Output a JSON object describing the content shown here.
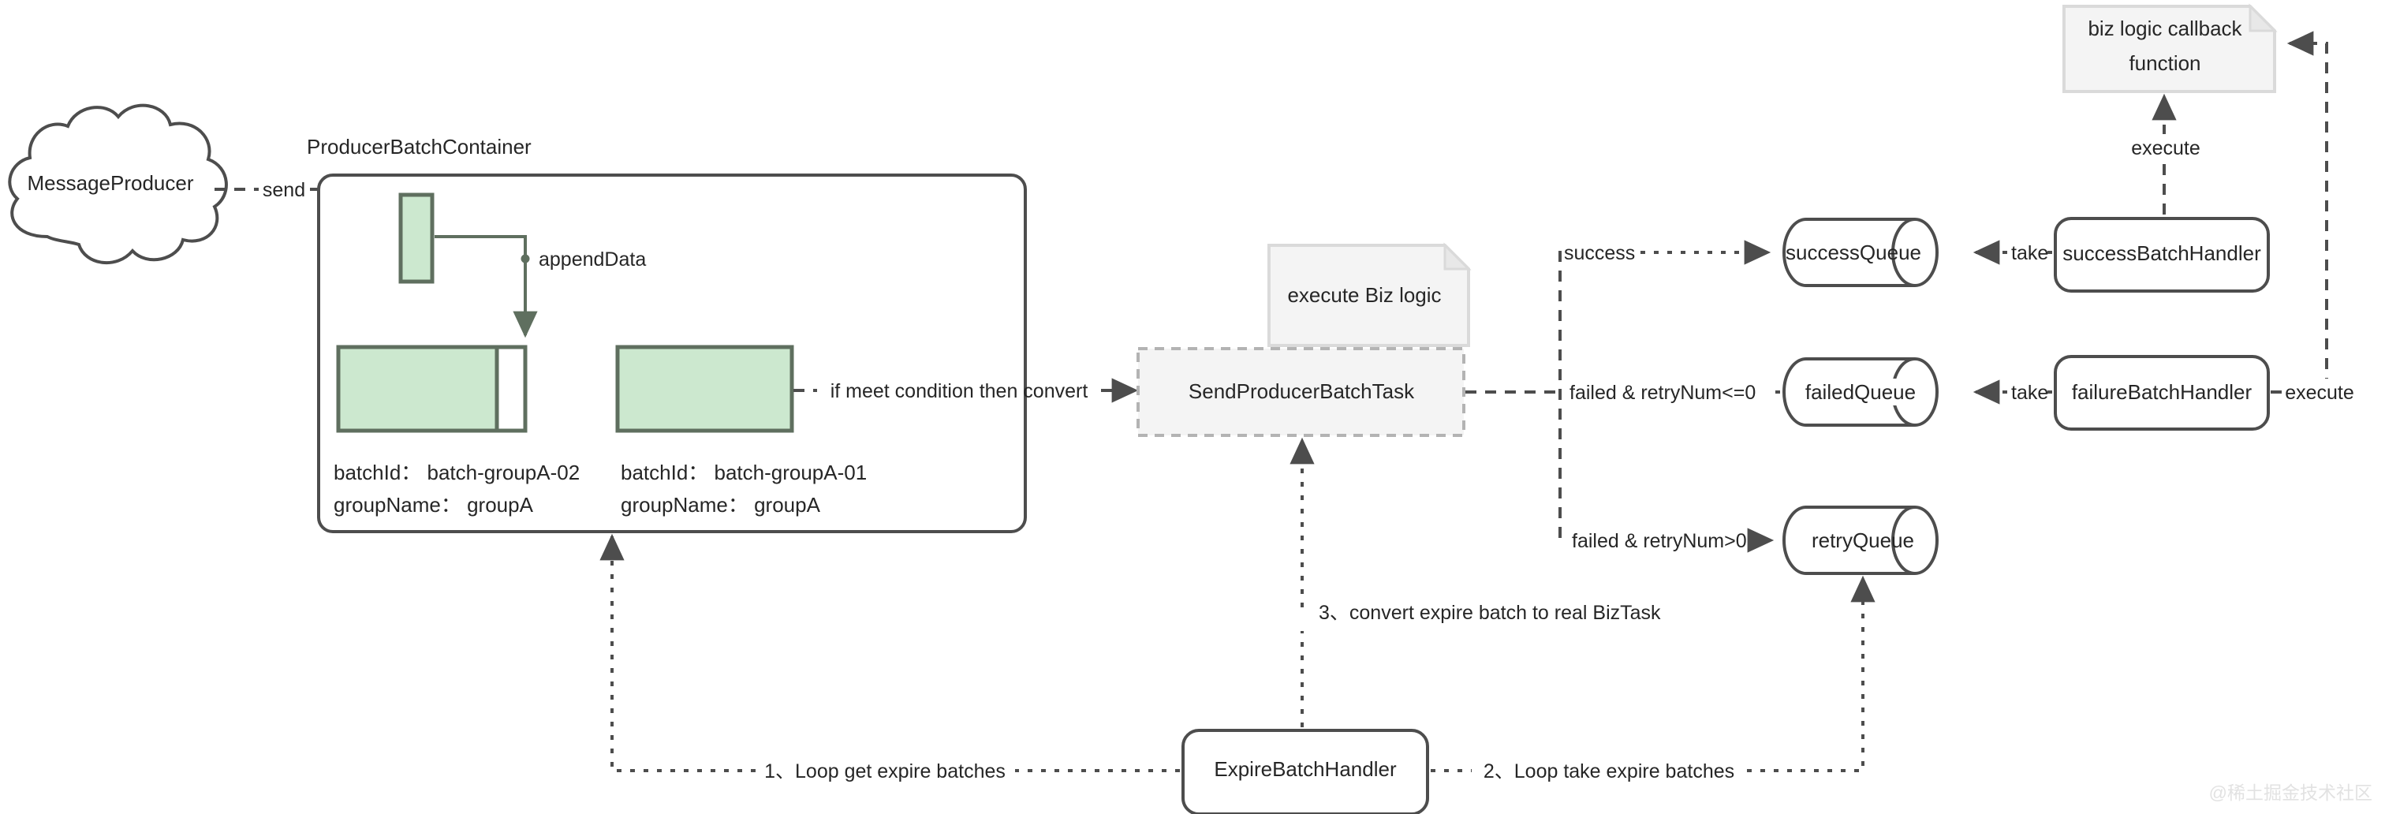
{
  "diagram": {
    "title": "ProducerBatchContainer batching architecture",
    "background": "#ffffff",
    "accent_green": "#cce8cf",
    "stroke_dark": "#4d4d4d",
    "stroke_green": "#5f6f5f",
    "note_fill": "#f4f4f4"
  },
  "nodes": {
    "message_producer": "MessageProducer",
    "container_title": "ProducerBatchContainer",
    "send_producer_batch_task": "SendProducerBatchTask",
    "execute_biz_note": "execute Biz logic",
    "biz_logic_callback_line1": "biz logic callback",
    "biz_logic_callback_line2": "function",
    "success_queue": "successQueue",
    "failed_queue": "failedQueue",
    "retry_queue": "retryQueue",
    "success_batch_handler": "successBatchHandler",
    "failure_batch_handler": "failureBatchHandler",
    "expire_batch_handler": "ExpireBatchHandler"
  },
  "batches": [
    {
      "batch_id_label": "batchId：",
      "batch_id_value": "batch-groupA-02",
      "group_name_label": "groupName：",
      "group_name_value": "groupA",
      "has_empty_slot": true
    },
    {
      "batch_id_label": "batchId：",
      "batch_id_value": "batch-groupA-01",
      "group_name_label": "groupName：",
      "group_name_value": "groupA",
      "has_empty_slot": false
    }
  ],
  "batch_text": {
    "b1_line1": "batchId： batch-groupA-02",
    "b1_line2": "groupName： groupA",
    "b2_line1": "batchId： batch-groupA-01",
    "b2_line2": "groupName： groupA"
  },
  "edges": {
    "send": "send",
    "append_data": "appendData",
    "if_meet_condition": "if meet condition then convert",
    "success": "success",
    "failed_retry_le_zero": "failed & retryNum<=0",
    "failed_retry_gt_zero": "failed & retryNum>0",
    "take_success": "take",
    "take_failure": "take",
    "execute_top": "execute",
    "execute_right": "execute",
    "step1": "1、Loop get expire batches",
    "step2": "2、Loop take expire batches",
    "step3": "3、convert expire batch to real BizTask"
  },
  "watermark": "@稀土掘金技术社区"
}
